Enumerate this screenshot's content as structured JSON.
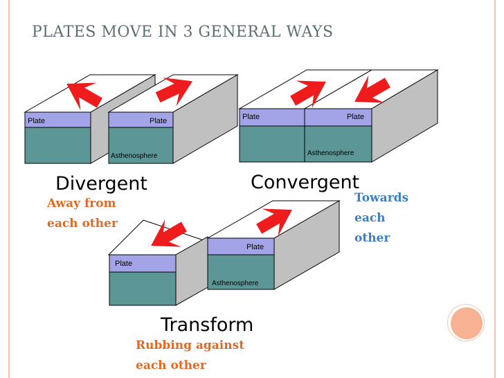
{
  "title": "PLATES MOVE IN 3 GENERAL WAYS",
  "colors": {
    "accent": "#f2c3b1",
    "top_face": "#ffffff",
    "plate_band": "#a3a3e8",
    "asthenosphere": "#5d9696",
    "side_face": "#c0c0c0",
    "arrow": "#ee1c1c",
    "away_text": "#e06a24",
    "towards_text": "#3d7fc5",
    "rub_text": "#e06a24",
    "circle": "#f7b294"
  },
  "diagrams": {
    "divergent": {
      "heading": "Divergent",
      "left_plate_label": "Plate",
      "right_plate_label": "Plate",
      "asthenosphere_label": "Asthenosphere",
      "caption_lines": [
        "Away from",
        "each other"
      ]
    },
    "convergent": {
      "heading": "Convergent",
      "left_plate_label": "Plate",
      "right_plate_label": "Plate",
      "asthenosphere_label": "Asthenosphere",
      "caption_lines": [
        "Towards",
        "each",
        "other"
      ]
    },
    "transform": {
      "heading": "Transform",
      "left_plate_label": "Plate",
      "right_plate_label": "Plate",
      "asthenosphere_label": "Asthenosphere",
      "caption_lines": [
        "Rubbing against",
        "each other"
      ]
    }
  }
}
